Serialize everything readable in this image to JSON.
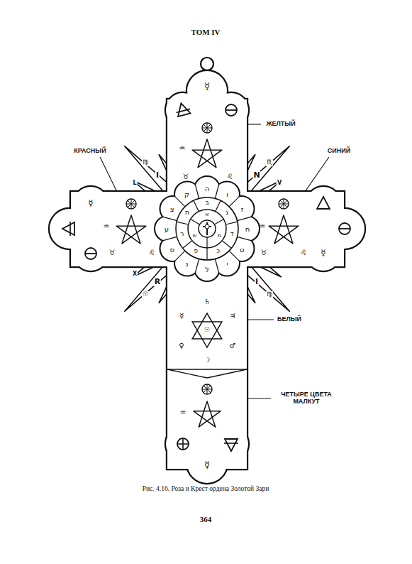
{
  "diagram": {
    "caption": "Рис. 4.16. Роза и Крест ордена Золотой Зари",
    "labels": [
      "ТОМ IV",
      "ЖЕЛТЫЙ",
      "КРАСНЫЙ",
      "СИНИЙ",
      "БЕЛЫЙ",
      "ЧЕТЫРЕ ЦВЕТА МАЛКУТ",
      "364",
      "ה",
      "ו",
      "ז",
      "ח",
      "ט",
      "י",
      "ל",
      "נ",
      "ס",
      "ע",
      "צ",
      "ק",
      "ב",
      "ג",
      "ד",
      "כ",
      "פ",
      "ר",
      "ת",
      "א",
      "מ",
      "ש",
      "I",
      "♍",
      "N",
      "♏",
      "R",
      "☉",
      "I",
      "♍",
      "L",
      "V",
      "X",
      "☿",
      "♒",
      "♉",
      "♌",
      "☿",
      "♒",
      "♉",
      "♌",
      "☿",
      "♒",
      "♉",
      "♌",
      "♄",
      "♃",
      "♂",
      "☽",
      "♀",
      "☿",
      "☉",
      "♒",
      "☿"
    ]
  }
}
